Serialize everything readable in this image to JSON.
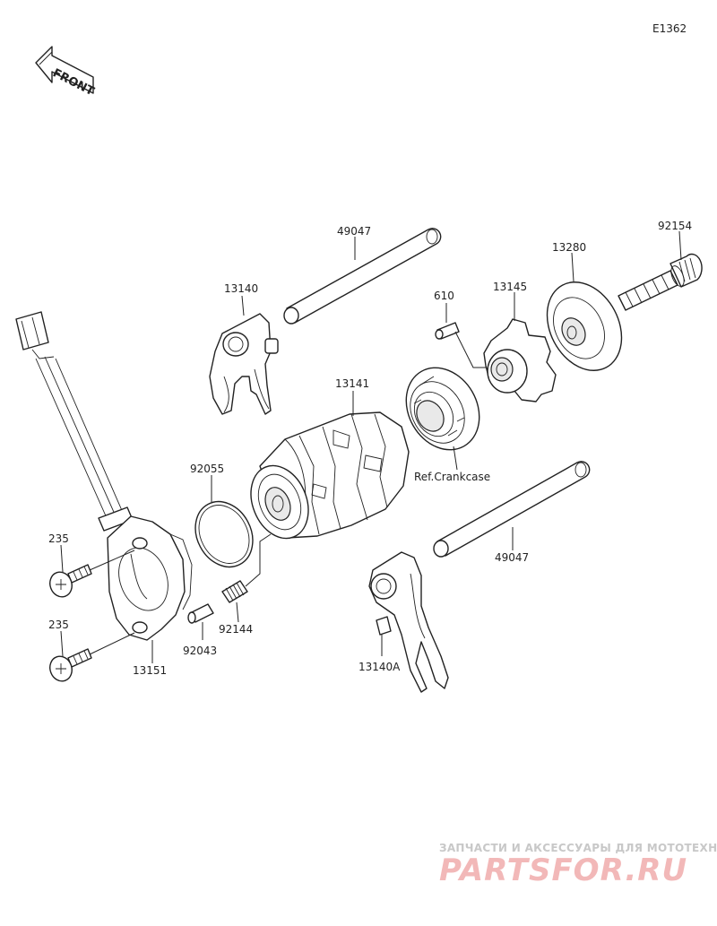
{
  "diagram": {
    "code": "E1362",
    "front_label": "FRONT",
    "reference_note": "Ref.Crankcase",
    "parts": [
      {
        "id": "p49047a",
        "number": "49047"
      },
      {
        "id": "p13140",
        "number": "13140"
      },
      {
        "id": "p610",
        "number": "610"
      },
      {
        "id": "p13145",
        "number": "13145"
      },
      {
        "id": "p13280",
        "number": "13280"
      },
      {
        "id": "p92154",
        "number": "92154"
      },
      {
        "id": "p13141",
        "number": "13141"
      },
      {
        "id": "p92055",
        "number": "92055"
      },
      {
        "id": "p49047b",
        "number": "49047"
      },
      {
        "id": "p235a",
        "number": "235"
      },
      {
        "id": "p235b",
        "number": "235"
      },
      {
        "id": "p92144",
        "number": "92144"
      },
      {
        "id": "p92043",
        "number": "92043"
      },
      {
        "id": "p13151",
        "number": "13151"
      },
      {
        "id": "p13140A",
        "number": "13140A"
      }
    ]
  },
  "watermark": {
    "tagline": "ЗАПЧАСТИ И АКСЕССУАРЫ ДЛЯ МОТОТЕХНИКИ",
    "brand": "PARTSFOR.RU",
    "color": "#e57373"
  }
}
